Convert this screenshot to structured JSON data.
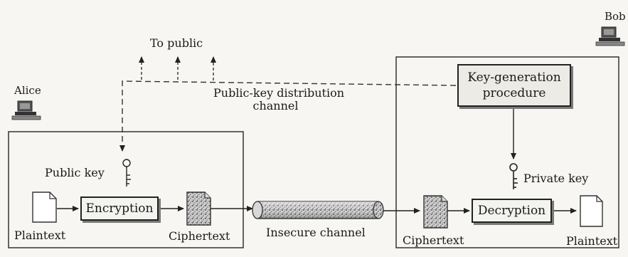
{
  "to_public": "To public",
  "distribution_channel": {
    "line1": "Public-key distribution",
    "line2": "channel"
  },
  "alice": {
    "name": "Alice",
    "public_key": "Public key",
    "plaintext": "Plaintext",
    "encryption": "Encryption",
    "ciphertext": "Ciphertext"
  },
  "channel": {
    "label": "Insecure channel"
  },
  "bob": {
    "name": "Bob",
    "keygen_line1": "Key-generation",
    "keygen_line2": "procedure",
    "private_key": "Private key",
    "ciphertext": "Ciphertext",
    "decryption": "Decryption",
    "plaintext": "Plaintext"
  }
}
